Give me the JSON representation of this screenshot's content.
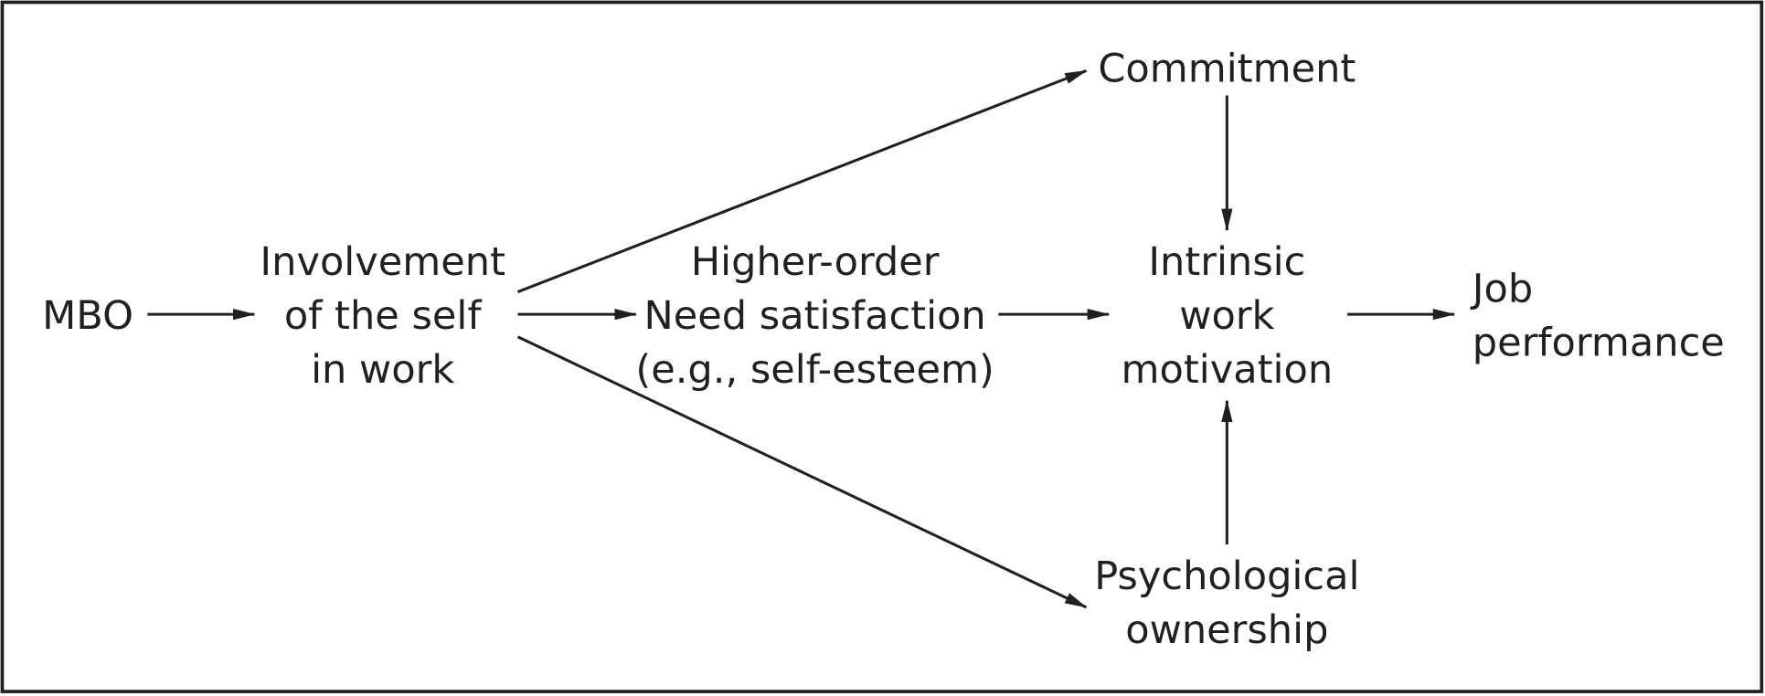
{
  "nodes": {
    "mbo": [
      "MBO"
    ],
    "involvement": [
      "Involvement",
      "of the self",
      "in work"
    ],
    "need": [
      "Higher-order",
      "Need satisfaction",
      "(e.g., self-esteem)"
    ],
    "commitment": [
      "Commitment"
    ],
    "intrinsic": [
      "Intrinsic",
      "work",
      "motivation"
    ],
    "ownership": [
      "Psychological",
      "ownership"
    ],
    "performance": [
      "Job",
      "performance"
    ]
  },
  "edges": [
    {
      "from": "MBO",
      "to": "Involvement of the self in work"
    },
    {
      "from": "Involvement of the self in work",
      "to": "Commitment"
    },
    {
      "from": "Involvement of the self in work",
      "to": "Higher-order Need satisfaction"
    },
    {
      "from": "Involvement of the self in work",
      "to": "Psychological ownership"
    },
    {
      "from": "Higher-order Need satisfaction",
      "to": "Intrinsic work motivation"
    },
    {
      "from": "Commitment",
      "to": "Intrinsic work motivation"
    },
    {
      "from": "Psychological ownership",
      "to": "Intrinsic work motivation"
    },
    {
      "from": "Intrinsic work motivation",
      "to": "Job performance"
    }
  ],
  "colors": {
    "ink": "#231f20",
    "background": "#ffffff"
  }
}
